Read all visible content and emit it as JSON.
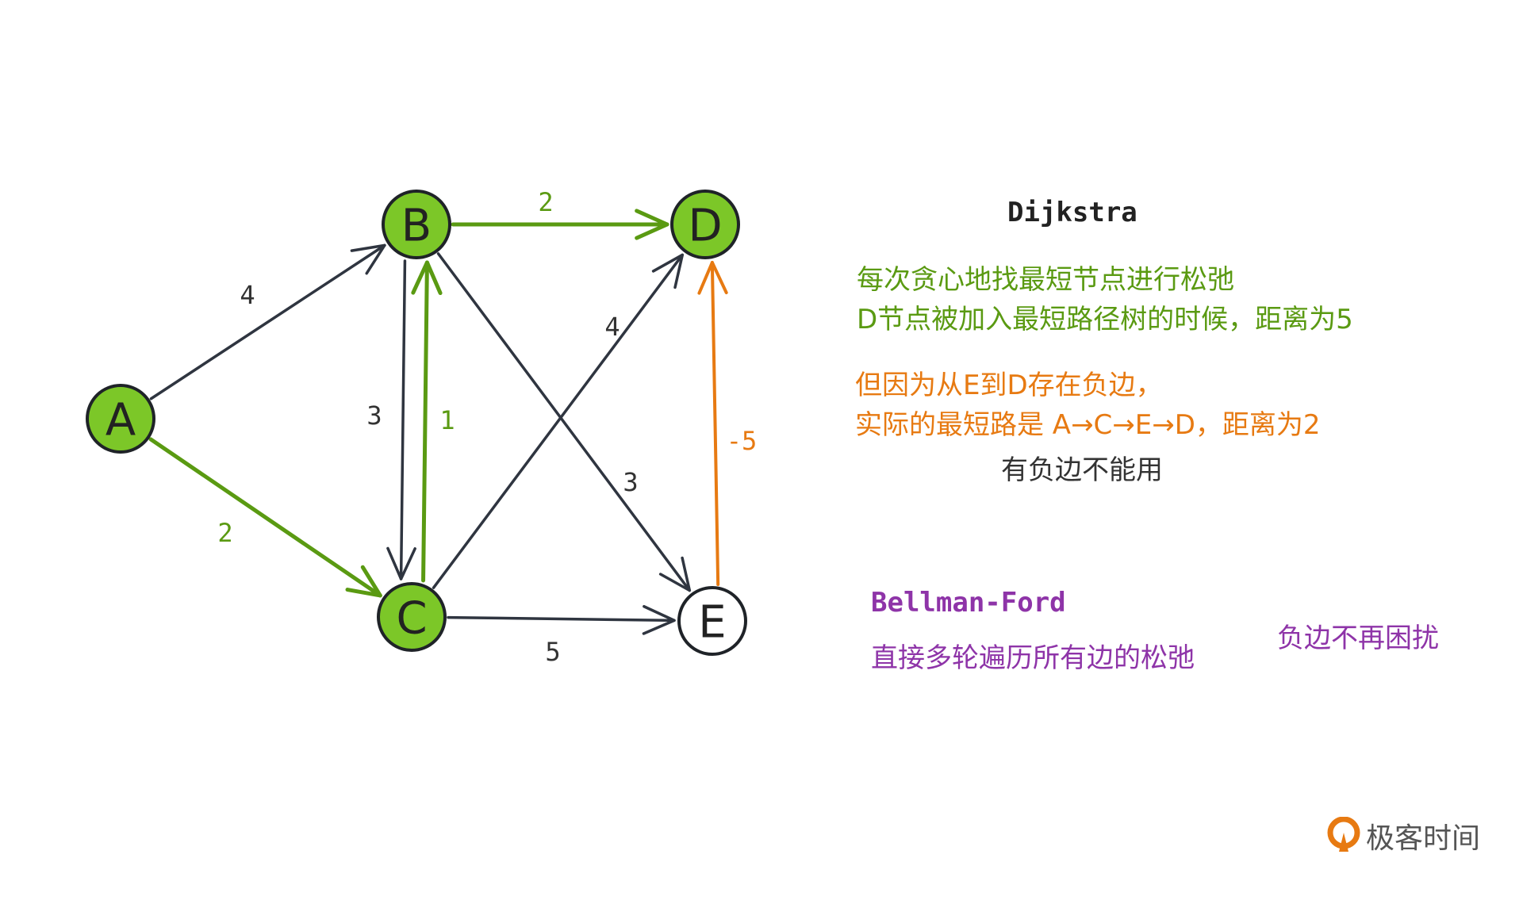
{
  "graph": {
    "nodes": [
      {
        "id": "A",
        "label": "A",
        "fill": "#7cc728"
      },
      {
        "id": "B",
        "label": "B",
        "fill": "#7cc728"
      },
      {
        "id": "C",
        "label": "C",
        "fill": "#7cc728"
      },
      {
        "id": "D",
        "label": "D",
        "fill": "#7cc728"
      },
      {
        "id": "E",
        "label": "E",
        "fill": "#ffffff"
      }
    ],
    "edges": [
      {
        "from": "A",
        "to": "B",
        "weight": "4",
        "color": "#2f3540"
      },
      {
        "from": "A",
        "to": "C",
        "weight": "2",
        "color": "#5a9a12"
      },
      {
        "from": "B",
        "to": "C",
        "weight": "3",
        "color": "#2f3540"
      },
      {
        "from": "C",
        "to": "B",
        "weight": "1",
        "color": "#5a9a12"
      },
      {
        "from": "B",
        "to": "D",
        "weight": "2",
        "color": "#5a9a12"
      },
      {
        "from": "B",
        "to": "E",
        "weight": "3",
        "color": "#2f3540"
      },
      {
        "from": "C",
        "to": "D",
        "weight": "4",
        "color": "#2f3540"
      },
      {
        "from": "C",
        "to": "E",
        "weight": "5",
        "color": "#2f3540"
      },
      {
        "from": "E",
        "to": "D",
        "weight": "-5",
        "color": "#e77a12"
      }
    ]
  },
  "dijkstra": {
    "title": "Dijkstra",
    "line1": "每次贪心地找最短节点进行松弛",
    "line2": "D节点被加入最短路径树的时候，距离为5"
  },
  "negative": {
    "line1": "但因为从E到D存在负边，",
    "line2": "实际的最短路是  A→C→E→D，距离为2",
    "line3": "有负边不能用"
  },
  "bellman_ford": {
    "title": "Bellman-Ford",
    "desc": "直接多轮遍历所有边的松弛",
    "note": "负边不再困扰"
  },
  "logo": {
    "text": "极客时间",
    "color": "#e77a12"
  }
}
